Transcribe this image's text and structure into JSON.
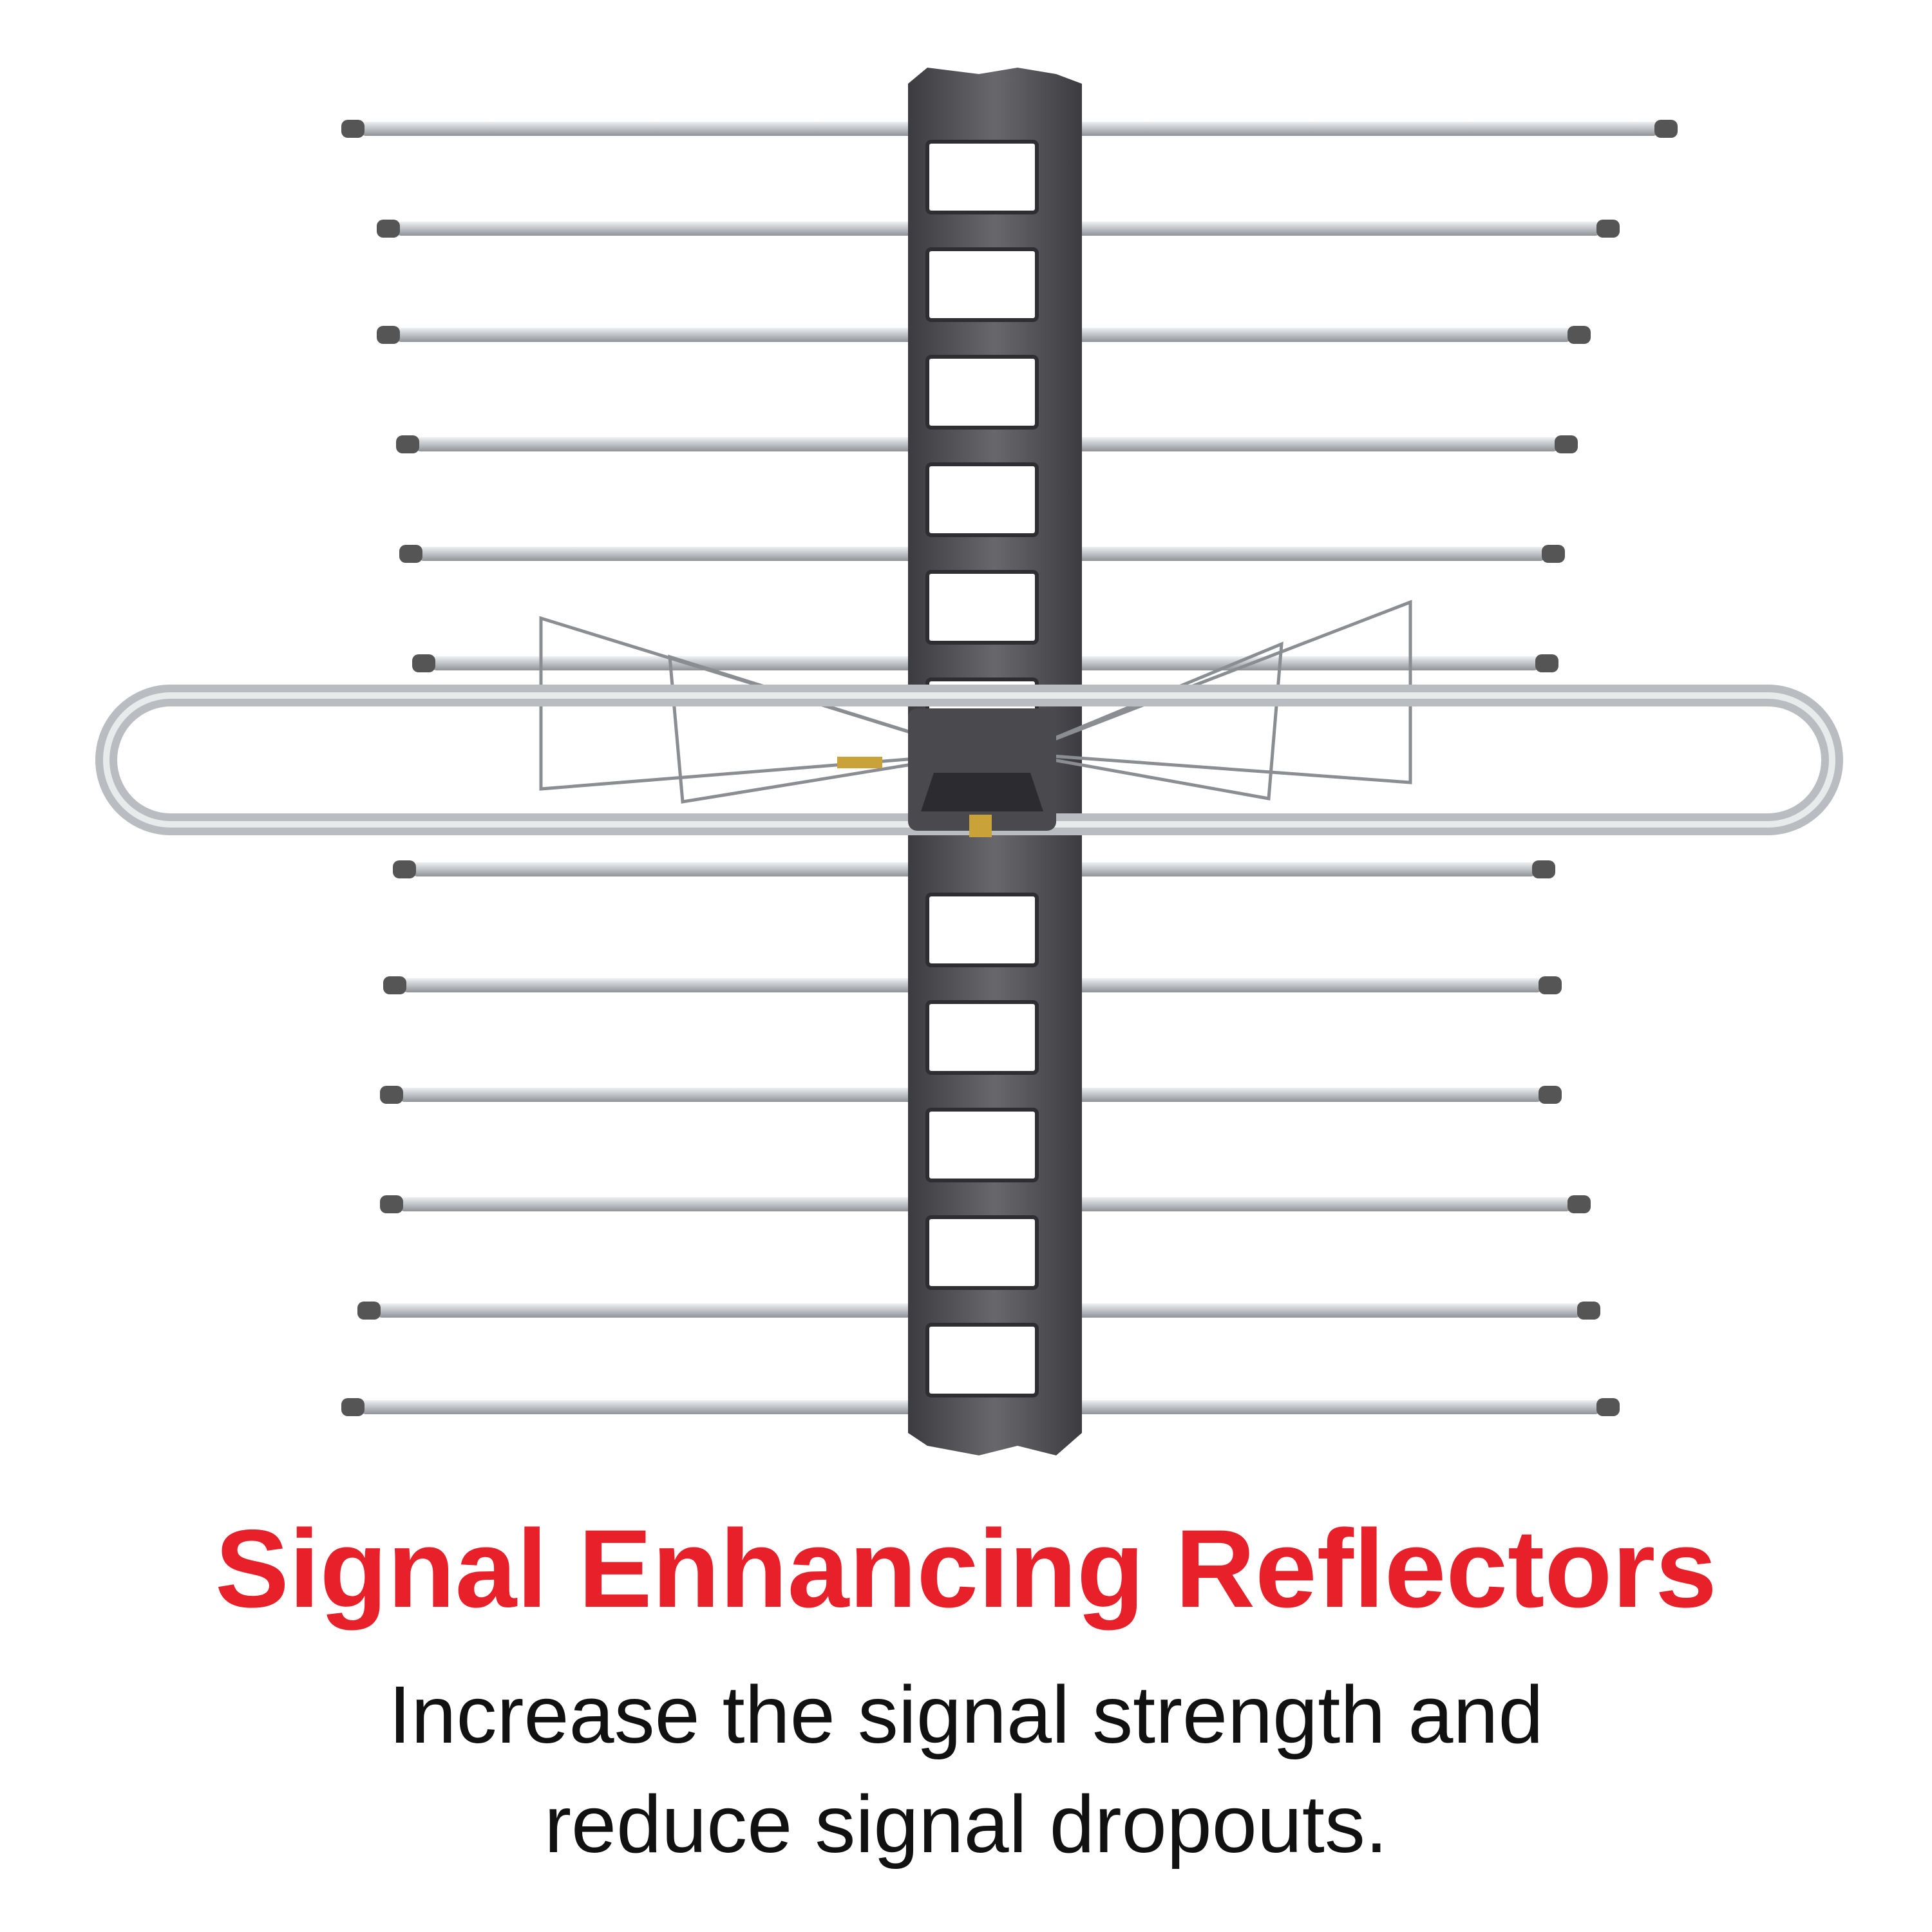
{
  "headline": "Signal Enhancing Reflectors",
  "caption": {
    "line1": "Increase the signal strength and",
    "line2": "reduce signal dropouts."
  },
  "colors": {
    "headline": "#e8202a",
    "caption": "#111111",
    "boom": "#58585c",
    "boom_dark": "#3c3c40",
    "rod": "#c4c7cb",
    "rod_cap": "#555555",
    "wire": "#8a8e93",
    "brass": "#c9a23a"
  }
}
